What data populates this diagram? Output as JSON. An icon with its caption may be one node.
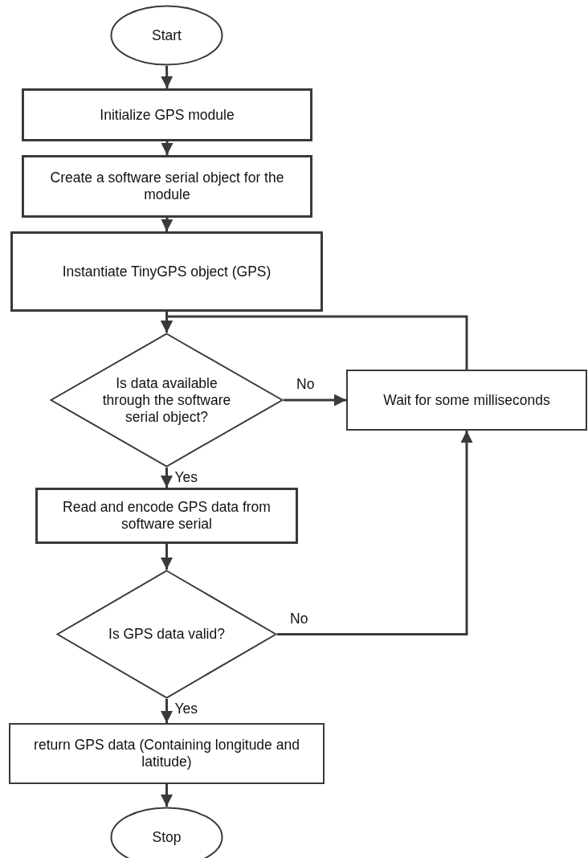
{
  "diagram": {
    "nodes": [
      {
        "text": [
          "Start"
        ]
      },
      {
        "text": [
          "Initialize GPS module"
        ]
      },
      {
        "text": [
          "Create a software serial object for the module"
        ]
      },
      {
        "text": [
          "Instantiate TinyGPS object (GPS)"
        ]
      },
      {
        "text": [
          "Is data available through the software serial object?"
        ]
      },
      {
        "text": [
          "Wait for some milliseconds"
        ]
      },
      {
        "text": [
          "Read and encode GPS data from software serial"
        ]
      },
      {
        "text": [
          "Is GPS data valid?"
        ]
      },
      {
        "text": [
          "return GPS data (Containing longitude and latitude)"
        ]
      },
      {
        "text": [
          "Stop"
        ]
      }
    ],
    "edges": [
      {
        "from": 0,
        "to": 1,
        "arrow": "to"
      },
      {
        "from": 1,
        "to": 2,
        "arrow": "to"
      },
      {
        "from": 2,
        "to": 3,
        "arrow": "to"
      },
      {
        "from": 3,
        "to": 4,
        "arrow": "to"
      },
      {
        "from": 4,
        "to": 5,
        "arrow": "to",
        "label": "No"
      },
      {
        "from": 5,
        "to": 4,
        "arrow": "to"
      },
      {
        "from": 4,
        "to": 6,
        "arrow": "to",
        "label": "Yes"
      },
      {
        "from": 6,
        "to": 7,
        "arrow": "to"
      },
      {
        "from": 7,
        "to": 5,
        "arrow": "to",
        "label": "No"
      },
      {
        "from": 7,
        "to": 8,
        "arrow": "to",
        "label": "Yes"
      },
      {
        "from": 8,
        "to": 9,
        "arrow": "to"
      }
    ]
  }
}
